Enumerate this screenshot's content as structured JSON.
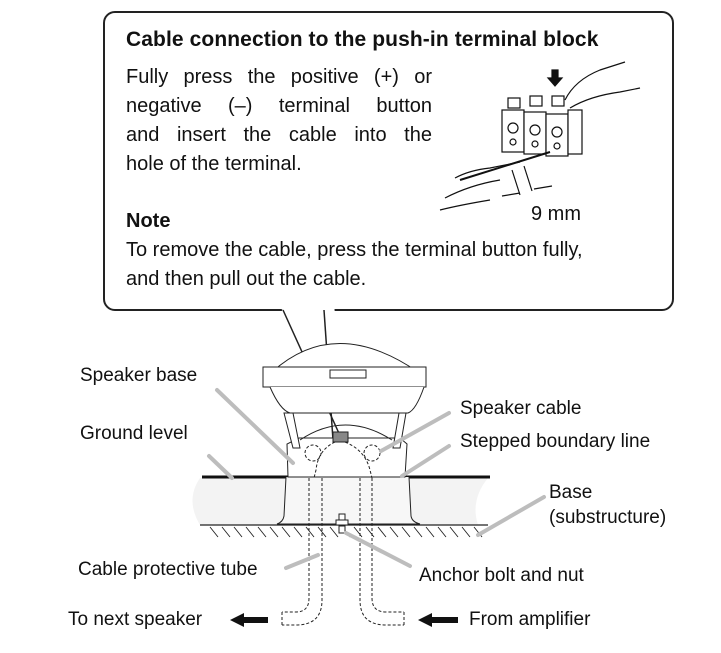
{
  "callout": {
    "title": "Cable connection to the push-in terminal block",
    "instruction_lines": [
      "Fully press the positive (+) or",
      "negative (–) terminal button",
      "and insert the cable into the",
      "hole of the terminal."
    ],
    "strip_length": "9 mm",
    "note_heading": "Note",
    "note_lines": [
      "To remove the cable, press the terminal button fully,",
      "and then pull out the cable."
    ]
  },
  "labels": {
    "speaker_base": "Speaker base",
    "ground_level": "Ground level",
    "speaker_cable": "Speaker cable",
    "stepped_boundary": "Stepped boundary line",
    "base_line1": "Base",
    "base_line2": "(substructure)",
    "cable_tube": "Cable protective tube",
    "anchor_bolt": "Anchor bolt and nut",
    "to_next": "To next speaker",
    "from_amp": "From amplifier"
  },
  "colors": {
    "line": "#222222",
    "leader": "#bdbdbd",
    "fill_ground": "#f3f3f3"
  }
}
